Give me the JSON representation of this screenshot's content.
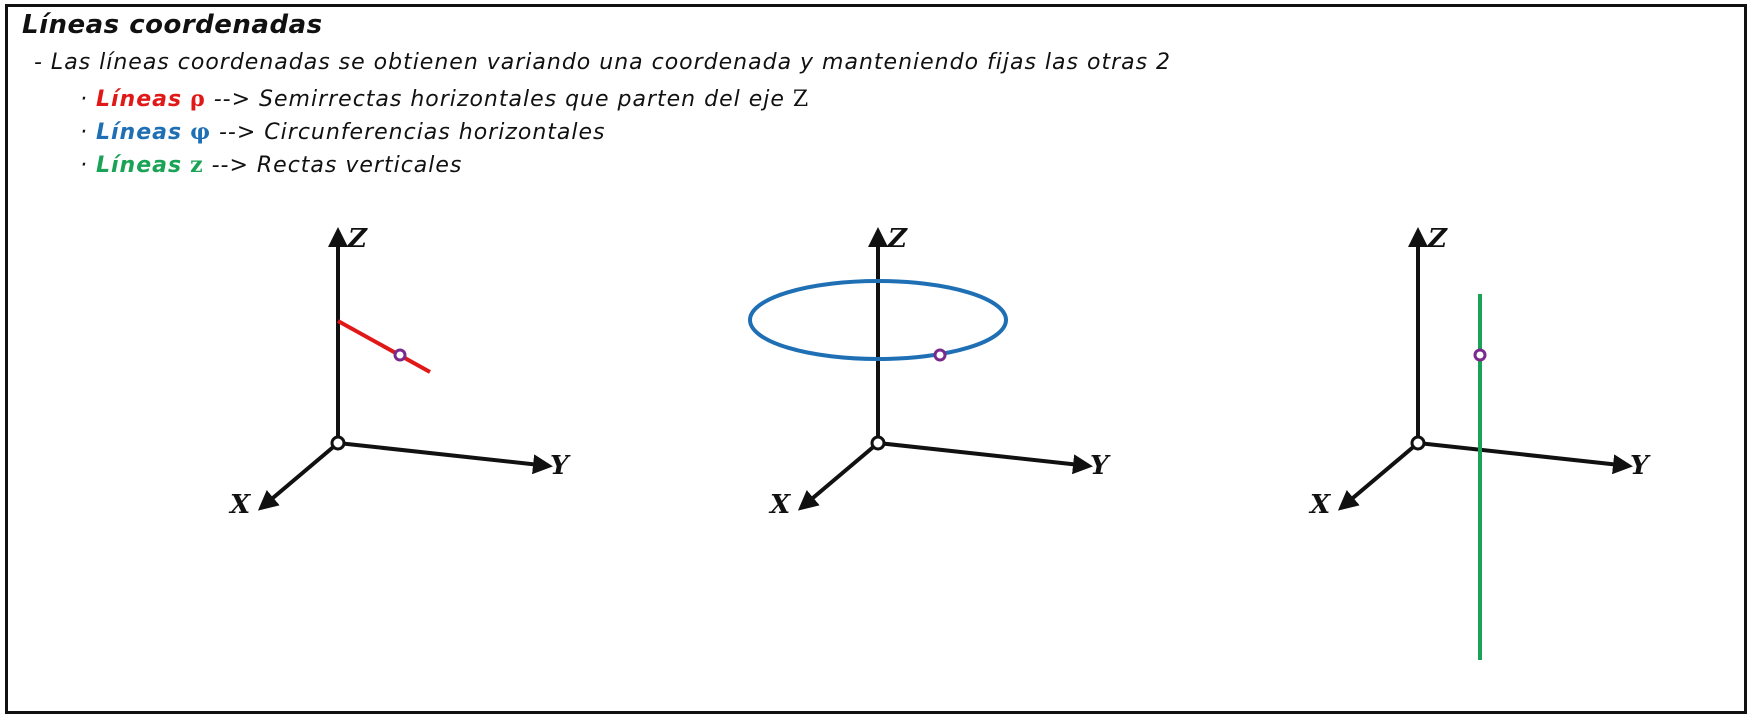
{
  "title": "Líneas coordenadas",
  "intro": "- Las líneas coordenadas se obtienen variando una coordenada y manteniendo fijas las otras 2",
  "bullets": [
    {
      "bullet": "·",
      "label": "Líneas",
      "symbol": "ρ",
      "text": " --> Semirrectas horizontales que parten del eje ",
      "axis": "Z",
      "color": "#e01818"
    },
    {
      "bullet": "·",
      "label": "Líneas",
      "symbol": "φ",
      "text": " --> Circunferencias horizontales",
      "axis": "",
      "color": "#1f6fb5"
    },
    {
      "bullet": "·",
      "label": "Líneas",
      "symbol": "z",
      "text": " --> Rectas verticales",
      "axis": "",
      "color": "#1aa356"
    }
  ],
  "axes_labels": {
    "x": "X",
    "y": "Y",
    "z": "Z"
  },
  "colors": {
    "rho": "#e01818",
    "phi": "#1f6fb5",
    "z": "#1aa356",
    "point": "#7a2a8c",
    "axes": "#111111"
  }
}
